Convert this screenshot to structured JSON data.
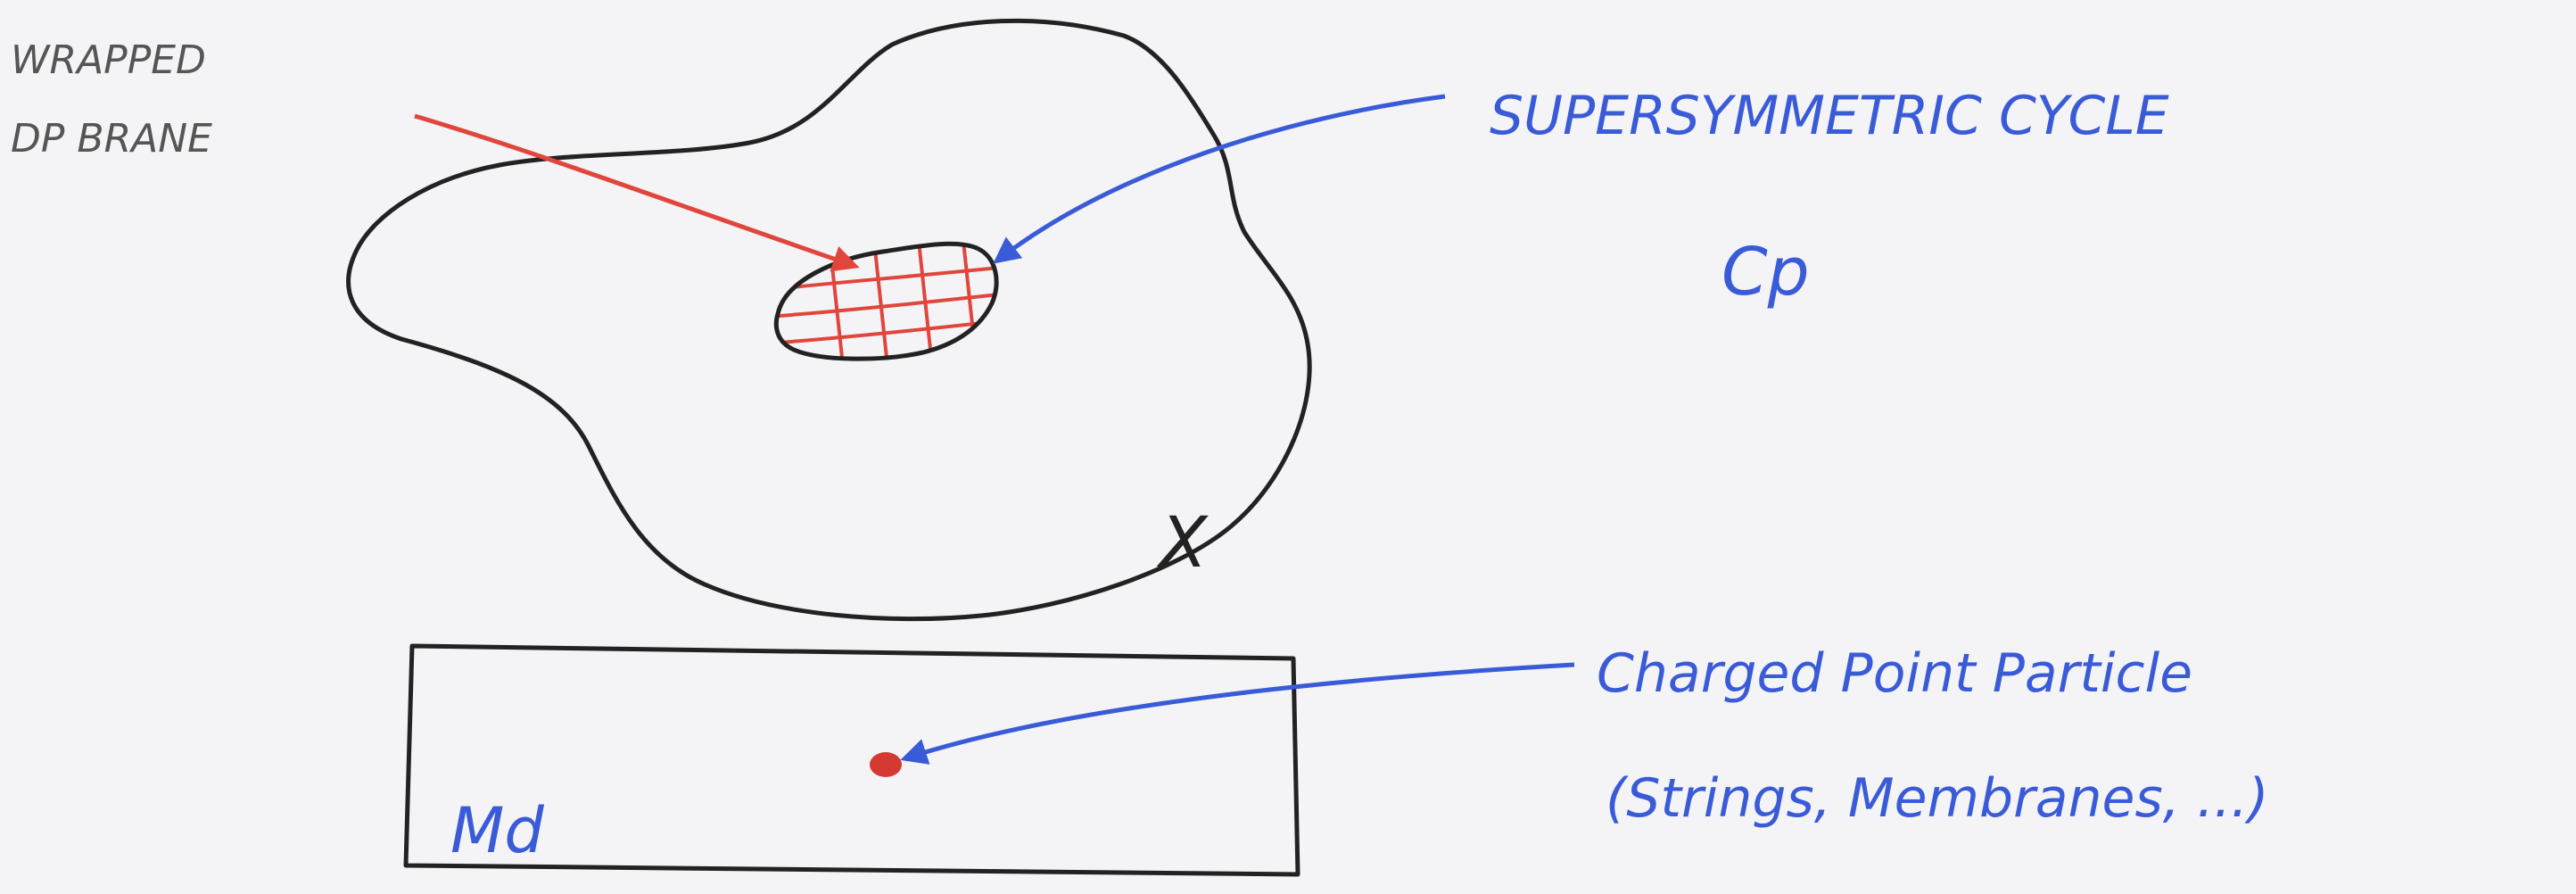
{
  "labels": {
    "wrapped_line1": "WRAPPED",
    "wrapped_line2": "DP BRANE",
    "susy_line1": "SUPERSYMMETRIC CYCLE",
    "susy_line2": "Cp",
    "space_label": "X",
    "spacetime_label": "Md",
    "particle_line1": "Charged Point Particle",
    "particle_line2": "(Strings, Membranes, ...)"
  },
  "colors": {
    "ink_black": "#222222",
    "ink_blue": "#3a5bd8",
    "ink_red": "#e0463c",
    "pencil_gray": "#555555",
    "paper": "#f4f4f6"
  }
}
